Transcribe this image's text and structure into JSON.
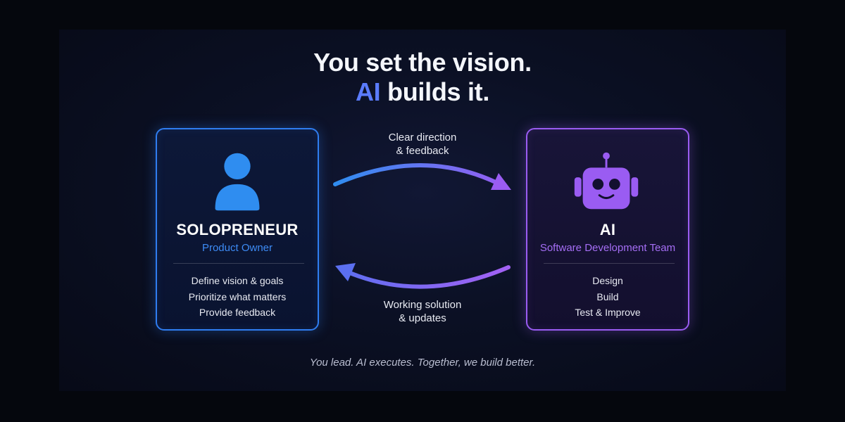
{
  "headline": {
    "line1": "You set the vision.",
    "line2_accent": "AI",
    "line2_rest": " builds it."
  },
  "left_card": {
    "icon": "person-icon",
    "title": "SOLOPRENEUR",
    "subtitle": "Product Owner",
    "items": [
      "Define vision & goals",
      "Prioritize what matters",
      "Provide feedback"
    ]
  },
  "right_card": {
    "icon": "robot-icon",
    "title": "AI",
    "subtitle": "Software Development Team",
    "items": [
      "Design",
      "Build",
      "Test & Improve"
    ]
  },
  "flows": {
    "top": {
      "line1": "Clear direction",
      "line2": "& feedback"
    },
    "bottom": {
      "line1": "Working solution",
      "line2": "& updates"
    }
  },
  "tagline": "You lead. AI executes. Together, we build better.",
  "colors": {
    "background": "#05070d",
    "accent_blue": "#2f7df0",
    "accent_purple": "#9a5cf2",
    "headline_accent": "#5b7cff"
  }
}
